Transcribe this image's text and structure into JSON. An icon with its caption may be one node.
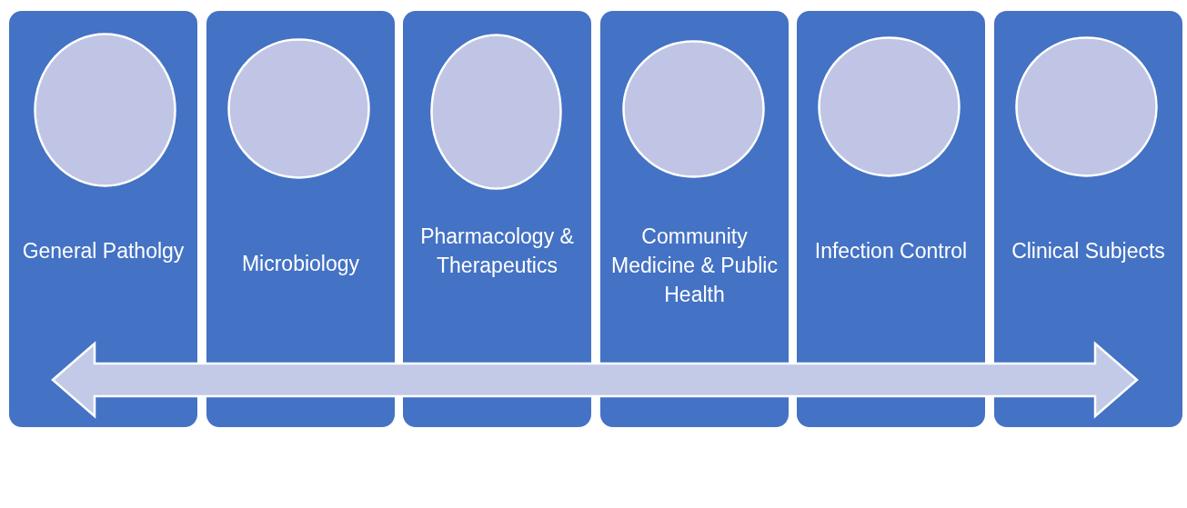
{
  "diagram": {
    "nodes": [
      {
        "text": [
          "General Patholgy"
        ]
      },
      {
        "text": [],
        "shape": "circle",
        "in": 0
      },
      {
        "text": [
          "Microbiology"
        ]
      },
      {
        "text": [],
        "shape": "circle",
        "in": 2
      },
      {
        "text": [
          "Pharmacology & Therapeutics"
        ]
      },
      {
        "text": [],
        "shape": "circle",
        "in": 4
      },
      {
        "text": [
          "Community Medicine & Public Health"
        ]
      },
      {
        "text": [],
        "shape": "circle",
        "in": 6
      },
      {
        "text": [
          "Infection Control"
        ]
      },
      {
        "text": [],
        "shape": "circle",
        "in": 8
      },
      {
        "text": [
          "Clinical Subjects"
        ]
      },
      {
        "text": [],
        "shape": "circle",
        "in": 10
      }
    ],
    "edges": []
  }
}
